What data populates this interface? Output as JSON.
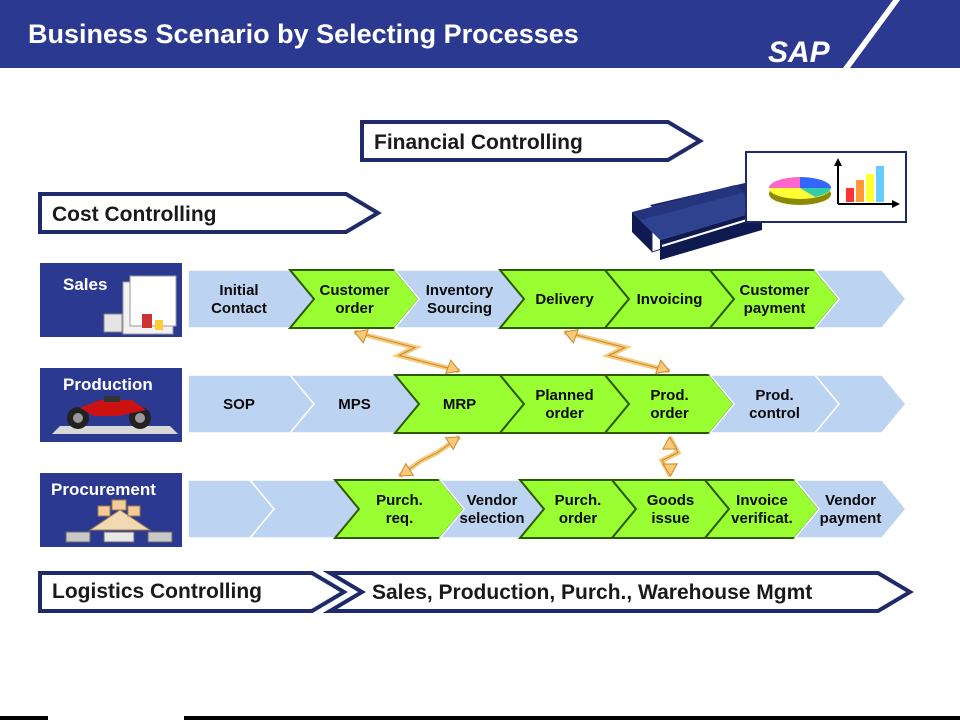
{
  "header": {
    "title": "Business Scenario by Selecting Processes",
    "logo": "SAP"
  },
  "controlling": {
    "financial": "Financial Controlling",
    "cost": "Cost Controlling",
    "logistics": "Logistics Controlling",
    "logistics_scope": "Sales, Production, Purch., Warehouse Mgmt"
  },
  "rows": [
    {
      "label": "Sales",
      "steps": [
        {
          "text": [
            "Initial",
            "Contact"
          ],
          "active": false
        },
        {
          "text": [
            "Customer",
            "order"
          ],
          "active": true
        },
        {
          "text": [
            "Inventory",
            "Sourcing"
          ],
          "active": false
        },
        {
          "text": [
            "Delivery"
          ],
          "active": true
        },
        {
          "text": [
            "Invoicing"
          ],
          "active": true
        },
        {
          "text": [
            "Customer",
            "payment"
          ],
          "active": true
        },
        {
          "text": [],
          "active": false
        }
      ]
    },
    {
      "label": "Production",
      "steps": [
        {
          "text": [
            "SOP"
          ],
          "active": false
        },
        {
          "text": [
            "MPS"
          ],
          "active": false
        },
        {
          "text": [
            "MRP"
          ],
          "active": true
        },
        {
          "text": [
            "Planned",
            "order"
          ],
          "active": true
        },
        {
          "text": [
            "Prod.",
            "order"
          ],
          "active": true
        },
        {
          "text": [
            "Prod.",
            "control"
          ],
          "active": false
        },
        {
          "text": [],
          "active": false
        }
      ]
    },
    {
      "label": "Procurement",
      "steps": [
        {
          "text": [],
          "active": false
        },
        {
          "text": [],
          "active": false
        },
        {
          "text": [
            "Purch.",
            "req."
          ],
          "active": true
        },
        {
          "text": [
            "Vendor",
            "selection"
          ],
          "active": false
        },
        {
          "text": [
            "Purch.",
            "order"
          ],
          "active": true
        },
        {
          "text": [
            "Goods",
            "issue"
          ],
          "active": true
        },
        {
          "text": [
            "Invoice",
            "verificat."
          ],
          "active": true
        },
        {
          "text": [
            "Vendor",
            "payment"
          ],
          "active": false
        }
      ]
    }
  ],
  "connections": [
    {
      "from": "Customer order",
      "to": "MRP"
    },
    {
      "from": "Delivery",
      "to": "Prod. order"
    },
    {
      "from": "MRP",
      "to": "Purch. req."
    },
    {
      "from": "Prod. order",
      "to": "Goods issue"
    }
  ],
  "colors": {
    "header": "#2b3990",
    "active_step": "#99ff33",
    "inactive_step": "#bcd3f2",
    "outline": "#1f2a6b",
    "connector": "#f7c97a"
  },
  "icons": [
    "document-book-icon",
    "pie-chart-icon",
    "bar-chart-icon",
    "sales-order-icon",
    "motorcycle-icon",
    "warehouse-icon"
  ]
}
